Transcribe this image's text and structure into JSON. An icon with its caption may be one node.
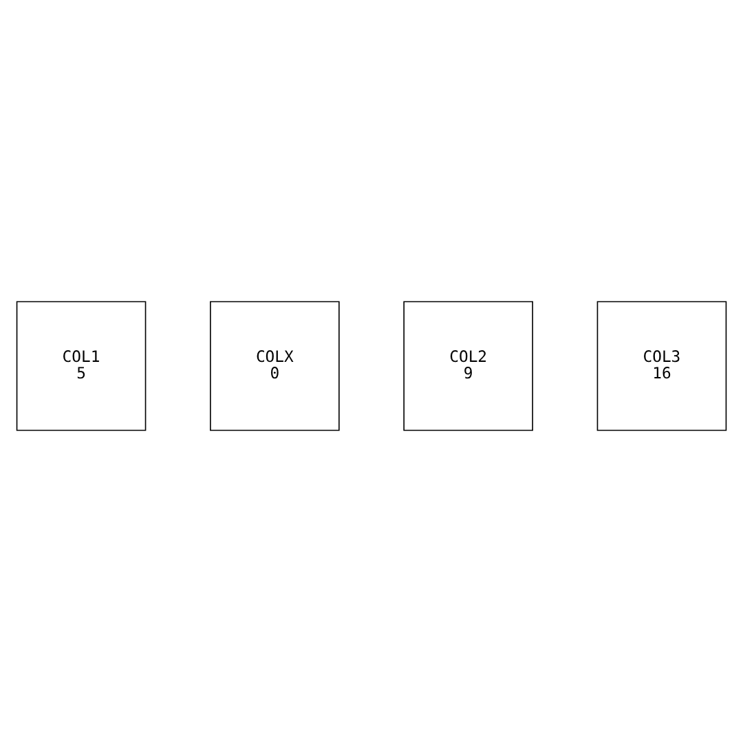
{
  "diagram": {
    "nodes": [
      {
        "text": [
          "COL1",
          "5"
        ]
      },
      {
        "text": [
          "COLX",
          "0"
        ]
      },
      {
        "text": [
          "COL2",
          "9"
        ]
      },
      {
        "text": [
          "COL3",
          "16"
        ]
      }
    ]
  }
}
